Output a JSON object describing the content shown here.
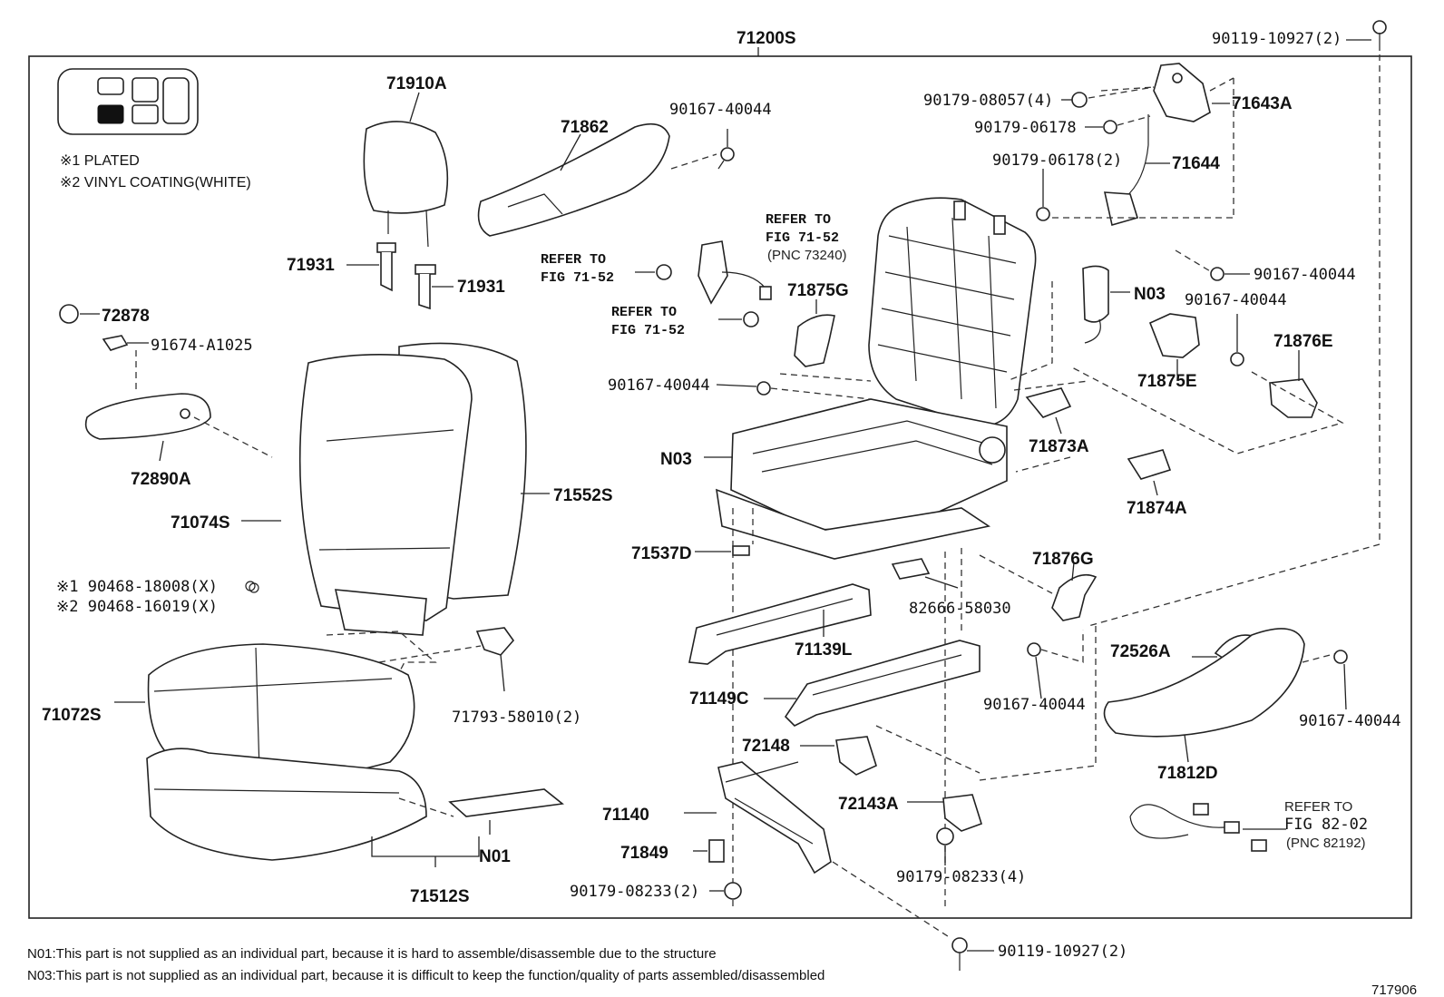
{
  "legend": {
    "items": [
      "※1 PLATED",
      "※2 VINYL COATING(WHITE)"
    ]
  },
  "parts": {
    "assy": "71200S",
    "p71910A": "71910A",
    "p71931a": "71931",
    "p71931b": "71931",
    "p71862": "71862",
    "p9016740044a": "90167-40044",
    "p9011910927top": "90119-10927(2)",
    "p9017908057": "90179-08057(4)",
    "p71643A": "71643A",
    "p9017906178": "90179-06178",
    "p9017906178b": "90179-06178(2)",
    "p71644": "71644",
    "p9016740044b": "90167-40044",
    "pN03a": "N03",
    "p9016740044c": "90167-40044",
    "p71876E": "71876E",
    "p71875E": "71875E",
    "p72878": "72878",
    "p91674A1025": "91674-A1025",
    "p72890A": "72890A",
    "p71074S": "71074S",
    "p71552S": "71552S",
    "p71875G": "71875G",
    "p9016740044d": "90167-40044",
    "pN03b": "N03",
    "p71873A": "71873A",
    "p71874A": "71874A",
    "p71537D": "71537D",
    "p71876G": "71876G",
    "p8266658030": "82666-58030",
    "p90468a": "※1 90468-18008(X)",
    "p90468b": "※2 90468-16019(X)",
    "p71139L": "71139L",
    "p72526A": "72526A",
    "p9016740044e": "90167-40044",
    "p9016740044f": "90167-40044",
    "p71149C": "71149C",
    "p71072S": "71072S",
    "p7179358010": "71793-58010(2)",
    "p72148": "72148",
    "p71812D": "71812D",
    "p71140": "71140",
    "p72143A": "72143A",
    "p71849": "71849",
    "p9017908233a": "90179-08233(2)",
    "p9017908233b": "90179-08233(4)",
    "pN01": "N01",
    "p71512S": "71512S",
    "p9011910927bot": "90119-10927(2)"
  },
  "refs": {
    "r1_l1": "REFER TO",
    "r1_l2": "FIG 71-52",
    "r1_l3": "(PNC 73240)",
    "r2_l1": "REFER TO",
    "r2_l2": "FIG 71-52",
    "r3_l1": "REFER TO",
    "r3_l2": "FIG 71-52",
    "r4_l1": "REFER TO",
    "r4_l2": "FIG 82-02",
    "r4_l3": "(PNC 82192)"
  },
  "notes": {
    "n01": "N01:This part is not supplied as an individual part, because it is hard to assemble/disassemble due to the structure",
    "n03": "N03:This part is not supplied as an individual part, because it is difficult to keep the function/quality of parts assembled/disassembled"
  },
  "figure_id": "717906"
}
